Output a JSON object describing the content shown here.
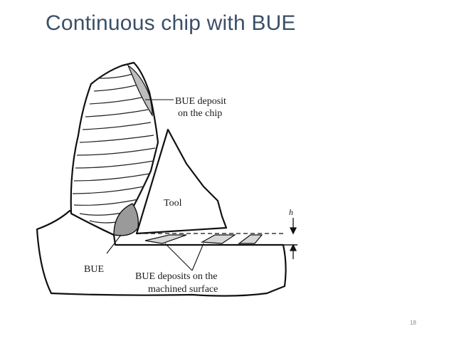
{
  "slide": {
    "title": "Continuous chip with BUE",
    "page_number": "18"
  },
  "diagram": {
    "labels": {
      "bue_deposit_chip_line1": "BUE deposit",
      "bue_deposit_chip_line2": "on the chip",
      "tool": "Tool",
      "bue": "BUE",
      "h": "h",
      "bue_deposits_surface_line1": "BUE deposits on the",
      "bue_deposits_surface_line2": "machined surface"
    }
  }
}
